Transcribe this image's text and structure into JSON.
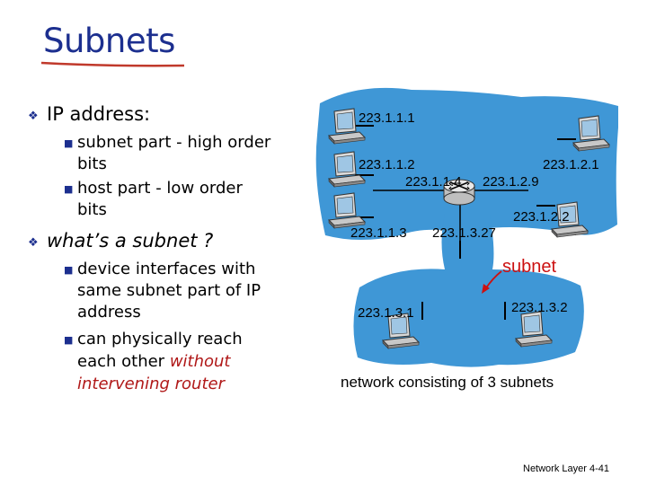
{
  "title": "Subnets",
  "bullets": {
    "ip_address": "IP address:",
    "subnet_part": "subnet part - high order",
    "subnet_part_2": "bits",
    "host_part": "host part - low order",
    "host_part_2": "bits",
    "whats_subnet": "what’s a subnet ?",
    "device_1": "device interfaces with",
    "device_2": "same subnet part of IP",
    "device_3": "address",
    "reach_1": "can physically reach",
    "reach_2a": "each other ",
    "reach_2b": "without",
    "reach_3": "intervening router"
  },
  "diagram": {
    "ip_labels": [
      "223.1.1.1",
      "223.1.1.2",
      "223.1.1.4",
      "223.1.1.3",
      "223.1.2.9",
      "223.1.2.1",
      "223.1.2.2",
      "223.1.3.27",
      "223.1.3.1",
      "223.1.3.2"
    ],
    "subnet_label": "subnet",
    "caption": "network consisting of 3 subnets",
    "colors": {
      "network": "#3f97d6",
      "subnet_text": "#cc1111",
      "title": "#1c2f8f"
    }
  },
  "footer": "Network Layer 4-41"
}
